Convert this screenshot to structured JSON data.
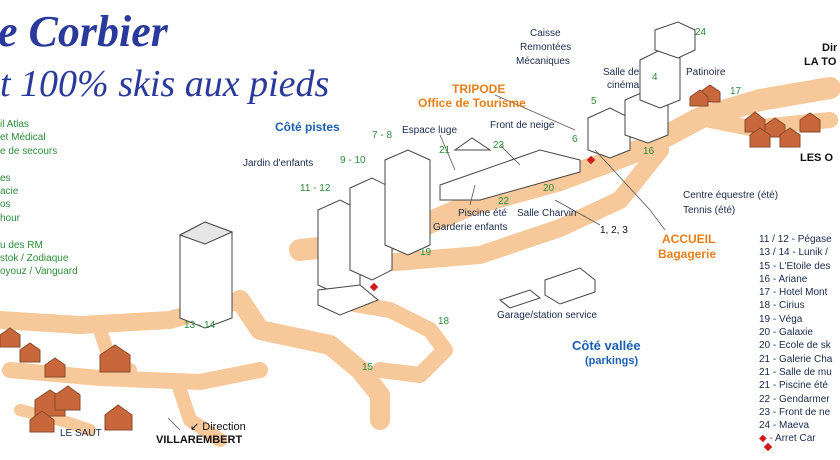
{
  "header": {
    "title": "e Corbier",
    "subtitle": "t 100% skis aux pieds"
  },
  "left_legend": [
    "il Atlas",
    "et Médical",
    "e de secours",
    "",
    "es",
    "acie",
    "os",
    "hour",
    "",
    "u des RM",
    "stok / Zodiaque",
    "oyouz / Vanguard"
  ],
  "zones": {
    "cote_pistes": "Côté pistes",
    "cote_vallee": "Côté vallée",
    "parkings": "(parkings)"
  },
  "tripode": {
    "line1": "TRIPODE",
    "line2": "Office de Tourisme"
  },
  "accueil": {
    "line1": "ACCUEIL",
    "line2": "Bagagerie"
  },
  "caisse": {
    "line1": "Caisse",
    "line2": "Remontées",
    "line3": "Mécaniques"
  },
  "cinema": {
    "line1": "Salle de",
    "line2": "cinéma"
  },
  "places": {
    "patinoire": "Patinoire",
    "espace_luge": "Espace luge",
    "front_neige": "Front de neige",
    "jardin": "Jardin d'enfants",
    "piscine": "Piscine été",
    "salle_charvin": "Salle Charvin",
    "garderie": "Garderie enfants",
    "garage": "Garage/station service",
    "centre_equestre": "Centre équestre (été)",
    "tennis": "Tennis (été)",
    "le_saut": "LE SAUT"
  },
  "directions": {
    "dir_right": "Dir",
    "dir_right_dest": "LA TO",
    "les_o": "LES O",
    "villarembert_label": "Direction",
    "villarembert": "VILLAREMBERT"
  },
  "numbers": {
    "n24": "24",
    "n4": "4",
    "n5": "5",
    "n17": "17",
    "n6": "6",
    "n16": "16",
    "n23": "23",
    "n21": "21",
    "n78": "7 - 8",
    "n910": "9 - 10",
    "n1112": "11 - 12",
    "n22": "22",
    "n20": "20",
    "n123": "1, 2, 3",
    "n19": "19",
    "n18": "18",
    "n15": "15",
    "n1314": "13 - 14"
  },
  "right_legend": [
    "11 / 12 - Pégase",
    "13 / 14 - Lunik /",
    "15 - L'Etoile des",
    "16 - Ariane",
    "17 - Hotel Mont",
    "18 - Cirius",
    "19 - Véga",
    "20 - Galaxie",
    "20 - Ecole de sk",
    "21 - Galerie Cha",
    "21 - Salle de mu",
    "21 - Piscine été",
    "22 - Gendarmer",
    "23 - Front de ne",
    "24 - Maeva",
    "Arret Car"
  ],
  "colors": {
    "road": "#f6c89a",
    "road_edge": "#e9b07a",
    "title": "#2a3a9c",
    "green_text": "#2e8b3a",
    "blue_text": "#1e5fb3",
    "orange_text": "#e8801a",
    "roof": "#c9673c",
    "arret_car": "#d11a1a"
  }
}
